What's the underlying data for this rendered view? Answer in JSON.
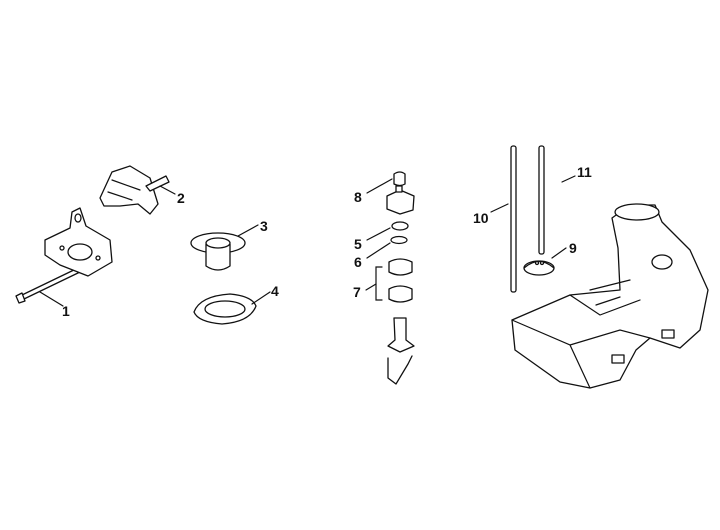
{
  "diagram": {
    "type": "exploded parts diagram",
    "callouts": [
      "1",
      "2",
      "3",
      "4",
      "5",
      "6",
      "7",
      "8",
      "9",
      "10",
      "11"
    ]
  }
}
